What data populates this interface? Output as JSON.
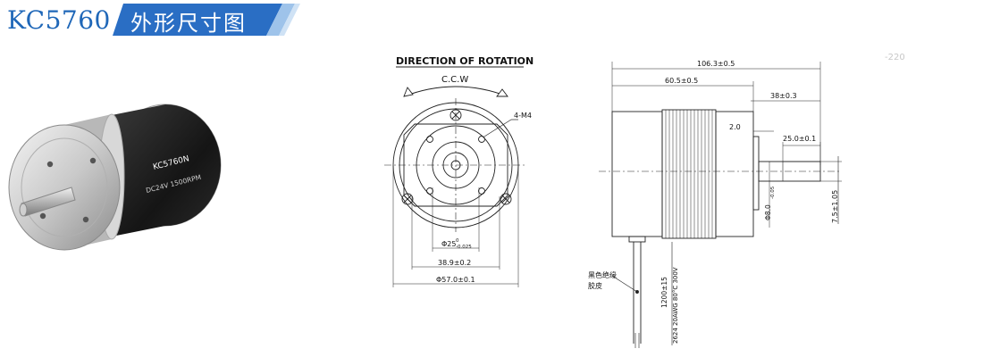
{
  "header": {
    "model": "KC5760",
    "section_title": "外形尺寸图",
    "colors": {
      "brand": "#1f67b8",
      "banner": "#2a6ec4",
      "accent": "#9ec3ea"
    }
  },
  "photo": {
    "label_model": "KC5760N",
    "label_spec": "DC24V  1500RPM"
  },
  "front_view": {
    "title": "DIRECTION OF ROTATION",
    "rotation": "C.C.W",
    "hole_label": "4-M4",
    "dim_pilot": "Φ25",
    "dim_pilot_tol_upper": "0",
    "dim_pilot_tol_lower": "-0.025",
    "dim_bolt": "38.9±0.2",
    "dim_body": "Φ57.0±0.1"
  },
  "side_view": {
    "dim_total": "106.3±0.5",
    "dim_body": "60.5±0.5",
    "dim_shaft": "38±0.3",
    "dim_boss": "2.0",
    "dim_flat": "25.0±0.1",
    "dim_shaft_dia": "Φ8.0",
    "dim_shaft_tol": "-0.05",
    "dim_flat_depth": "7.5±1.05",
    "cable_note_line1": "黑色绝缘",
    "cable_note_line2": "胶皮",
    "cable_length": "1200±15",
    "cable_spec": "2624 20AWG 80°C 300V",
    "corner_text": "-220"
  }
}
